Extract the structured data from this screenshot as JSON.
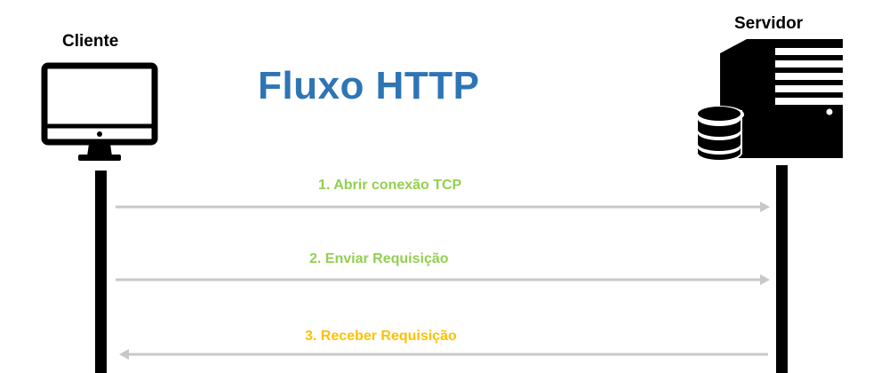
{
  "diagram": {
    "title": "Fluxo HTTP",
    "client": {
      "label": "Cliente",
      "icon": "monitor-icon"
    },
    "server": {
      "label": "Servidor",
      "icon": "server-icon"
    },
    "colors": {
      "title": "#2e75b6",
      "request": "#92d050",
      "response": "#ffc000",
      "arrow": "#c8c8c8",
      "icon": "#000000"
    },
    "messages": [
      {
        "label": "1. Abrir conexão TCP",
        "direction": "client-to-server"
      },
      {
        "label": "2. Enviar Requisição",
        "direction": "client-to-server"
      },
      {
        "label": "3. Receber Requisição",
        "direction": "server-to-client"
      }
    ]
  }
}
